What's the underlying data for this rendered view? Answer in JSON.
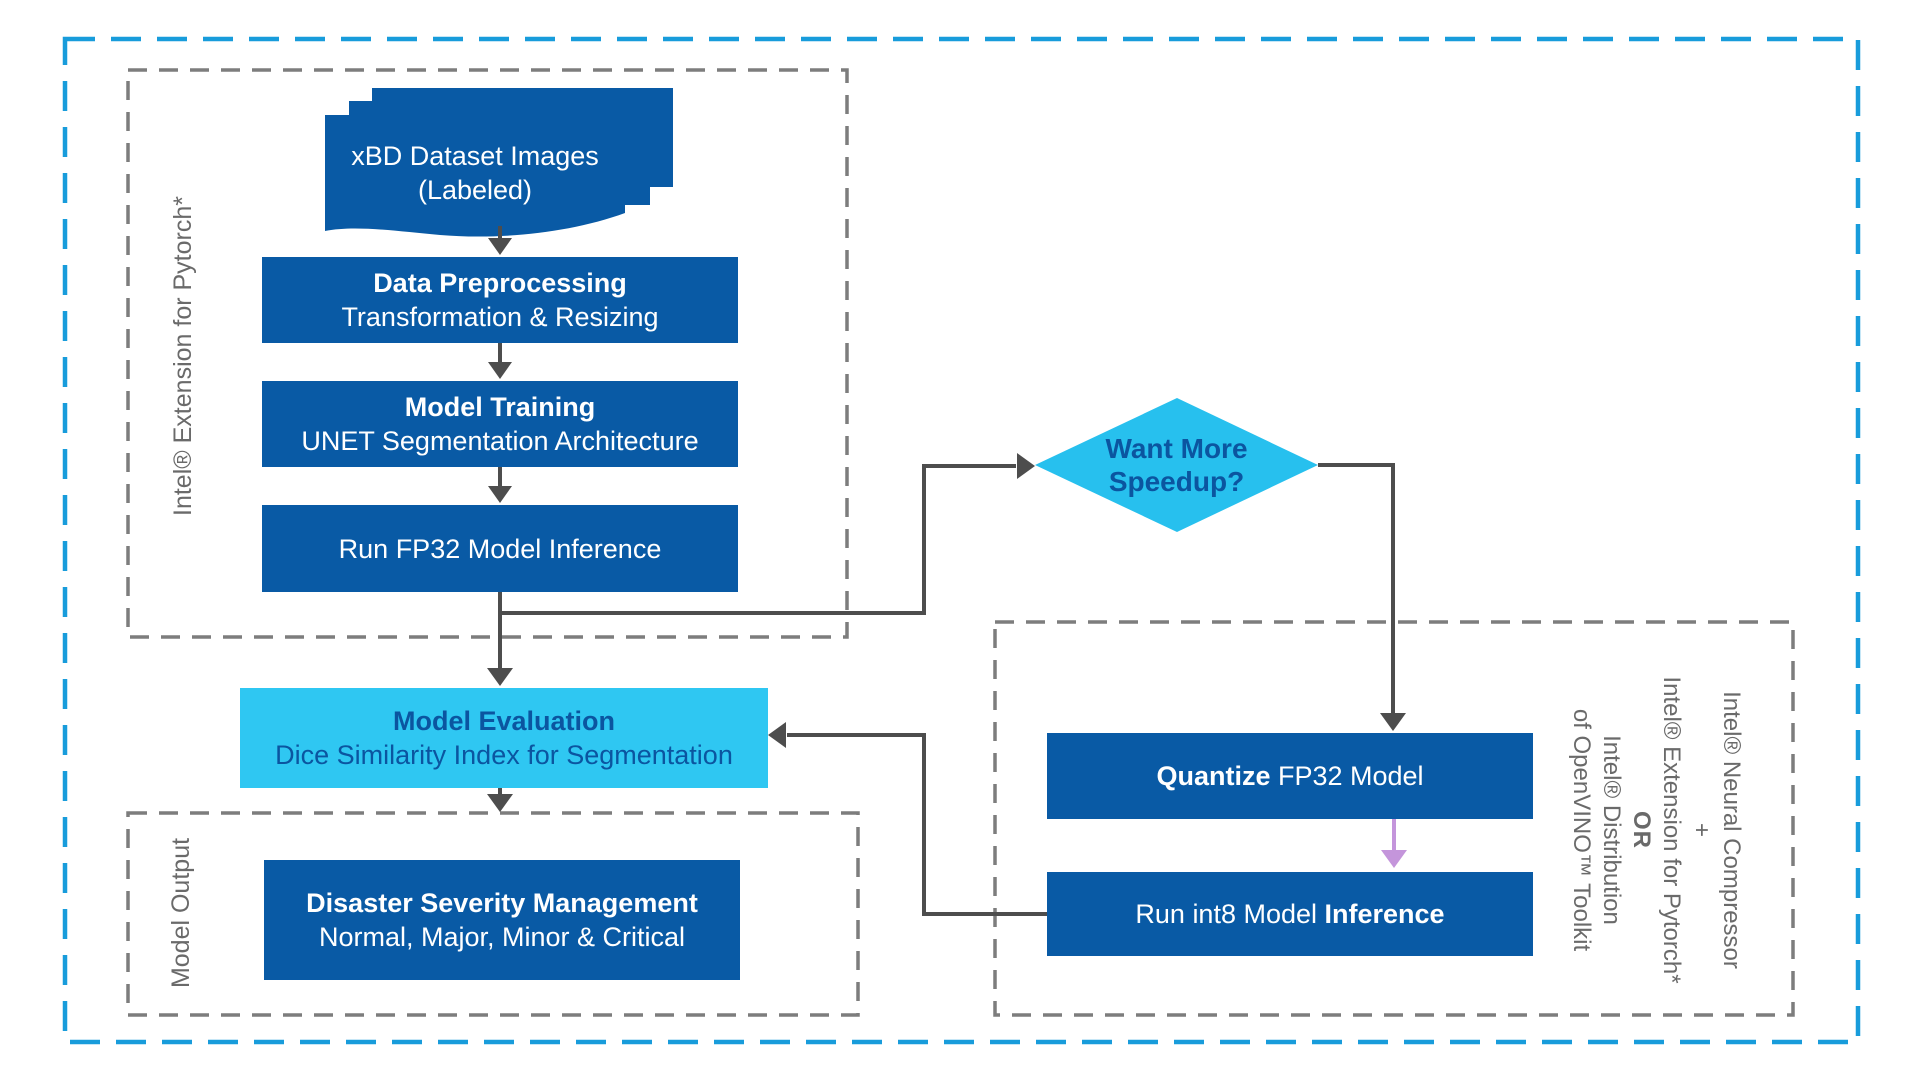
{
  "diagram": {
    "groups": {
      "pipeline_label": "Intel® Extension for Pytorch*",
      "output_label": "Model Output",
      "tools_label": {
        "lines": [
          "Intel® Neural Compressor",
          "+",
          "Intel® Extension for Pytorch*",
          "OR",
          "Intel® Distribution",
          "of OpenVINO™ Toolkit"
        ]
      }
    },
    "nodes": {
      "dataset": {
        "line1": "xBD Dataset Images",
        "line2": "(Labeled)"
      },
      "preprocess": {
        "title": "Data Preprocessing",
        "subtitle": "Transformation & Resizing"
      },
      "training": {
        "title": "Model Training",
        "subtitle": "UNET Segmentation Architecture"
      },
      "fp32": {
        "title": "Run FP32 Model Inference"
      },
      "evaluation": {
        "title": "Model Evaluation",
        "subtitle": "Dice Similarity Index for Segmentation"
      },
      "severity": {
        "title": "Disaster Severity Management",
        "subtitle": "Normal, Major, Minor & Critical"
      },
      "decision": {
        "line1": "Want More",
        "line2": "Speedup?"
      },
      "quantize": {
        "bold": "Quantize",
        "rest": " FP32 Model"
      },
      "int8": {
        "pre": "Run int8 Model ",
        "bold": "Inference"
      }
    },
    "colors": {
      "box_blue": "#095AA5",
      "eval_cyan": "#2FC7F2",
      "diamond_cyan": "#27C0EE",
      "dark_blue_text": "#0B55A0",
      "arrow_gray": "#4D4D4D",
      "dashed_gray": "#7D7D7D",
      "outer_dashed_cyan": "#189CDB",
      "purple_arrow": "#C495DB",
      "side_label_gray": "#6A6A6A"
    }
  }
}
